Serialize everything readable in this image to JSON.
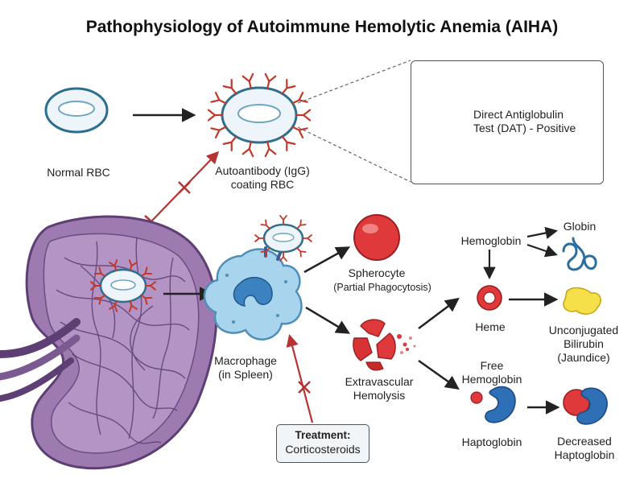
{
  "title": "Pathophysiology of Autoimmune Hemolytic Anemia (AIHA)",
  "labels": {
    "normal_rbc": "Normal RBC",
    "autoantibody_1": "Autoantibody (IgG)",
    "autoantibody_2": "coating RBC",
    "dat_1": "Direct Antiglobulin",
    "dat_2": "Test (DAT) - Positive",
    "spherocyte": "Spherocyte",
    "spherocyte_sub": "(Partial Phagocytosis)",
    "macrophage_1": "Macrophage",
    "macrophage_2": "(in Spleen)",
    "extravascular_1": "Extravascular",
    "extravascular_2": "Hemolysis",
    "hemoglobin": "Hemoglobin",
    "globin": "Globin",
    "heme": "Heme",
    "bilirubin_1": "Unconjugated",
    "bilirubin_2": "Bilirubin",
    "bilirubin_3": "(Jaundice)",
    "free_hgb_1": "Free",
    "free_hgb_2": "Hemoglobin",
    "haptoglobin": "Haptoglobin",
    "decreased_1": "Decreased",
    "decreased_2": "Haptoglobin",
    "treatment_title": "Treatment:",
    "treatment_drug": "Corticosteroids"
  },
  "colors": {
    "rbc_fill": "#eef5fa",
    "rbc_stroke": "#2d6f8f",
    "antibody": "#c0392b",
    "spleen_fill": "#9d7bb0",
    "spleen_stroke": "#5e3f74",
    "macrophage": "#a9d4ee",
    "spherocyte": "#e0393b",
    "haptoglobin": "#2f6fb5",
    "bilirubin": "#f5e04a",
    "globin": "#3b8fc4",
    "arrow": "#222222",
    "inhibit": "#b83232"
  }
}
